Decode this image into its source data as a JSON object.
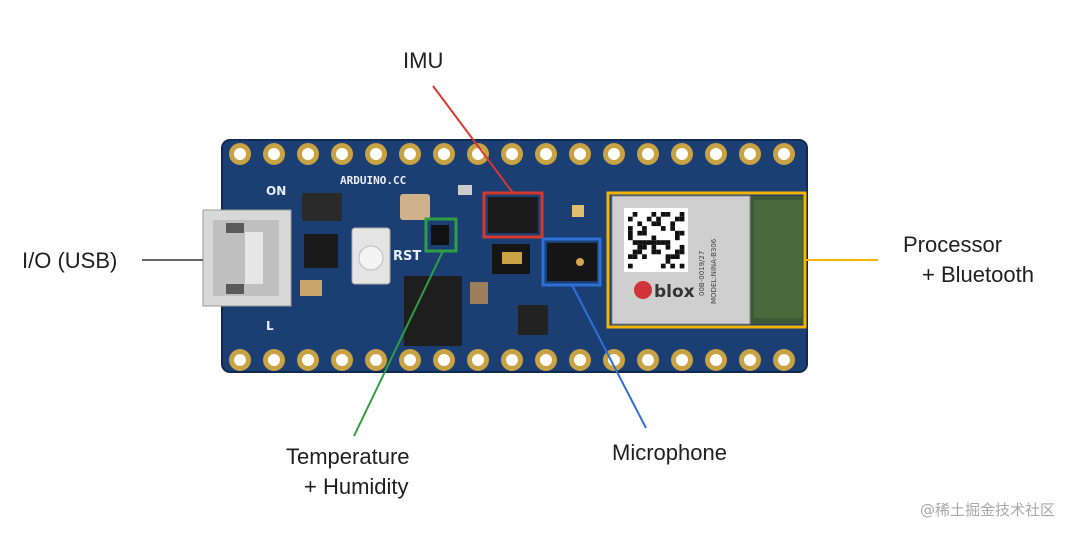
{
  "labels": {
    "imu": "IMU",
    "io_usb": "I/O (USB)",
    "processor_line1": "Processor",
    "processor_line2": "+ Bluetooth",
    "temperature_line1": "Temperature",
    "temperature_line2": "+ Humidity",
    "microphone": "Microphone"
  },
  "board": {
    "silkscreen_brand": "ARDUINO.CC",
    "silkscreen_on": "ON",
    "silkscreen_rst": "RST",
    "silkscreen_l": "L",
    "module_brand": "blox",
    "module_model_1": "00B-0019/27",
    "module_model_2": "MODEL:NINA-B306"
  },
  "watermark": "@稀土掘金技术社区",
  "colors": {
    "imu": "#d63a2f",
    "io_usb": "#666666",
    "processor": "#f5b400",
    "temperature": "#2f9e44",
    "microphone": "#2f6fd6",
    "pcb": "#1b3f73",
    "gold": "#c9a244"
  }
}
